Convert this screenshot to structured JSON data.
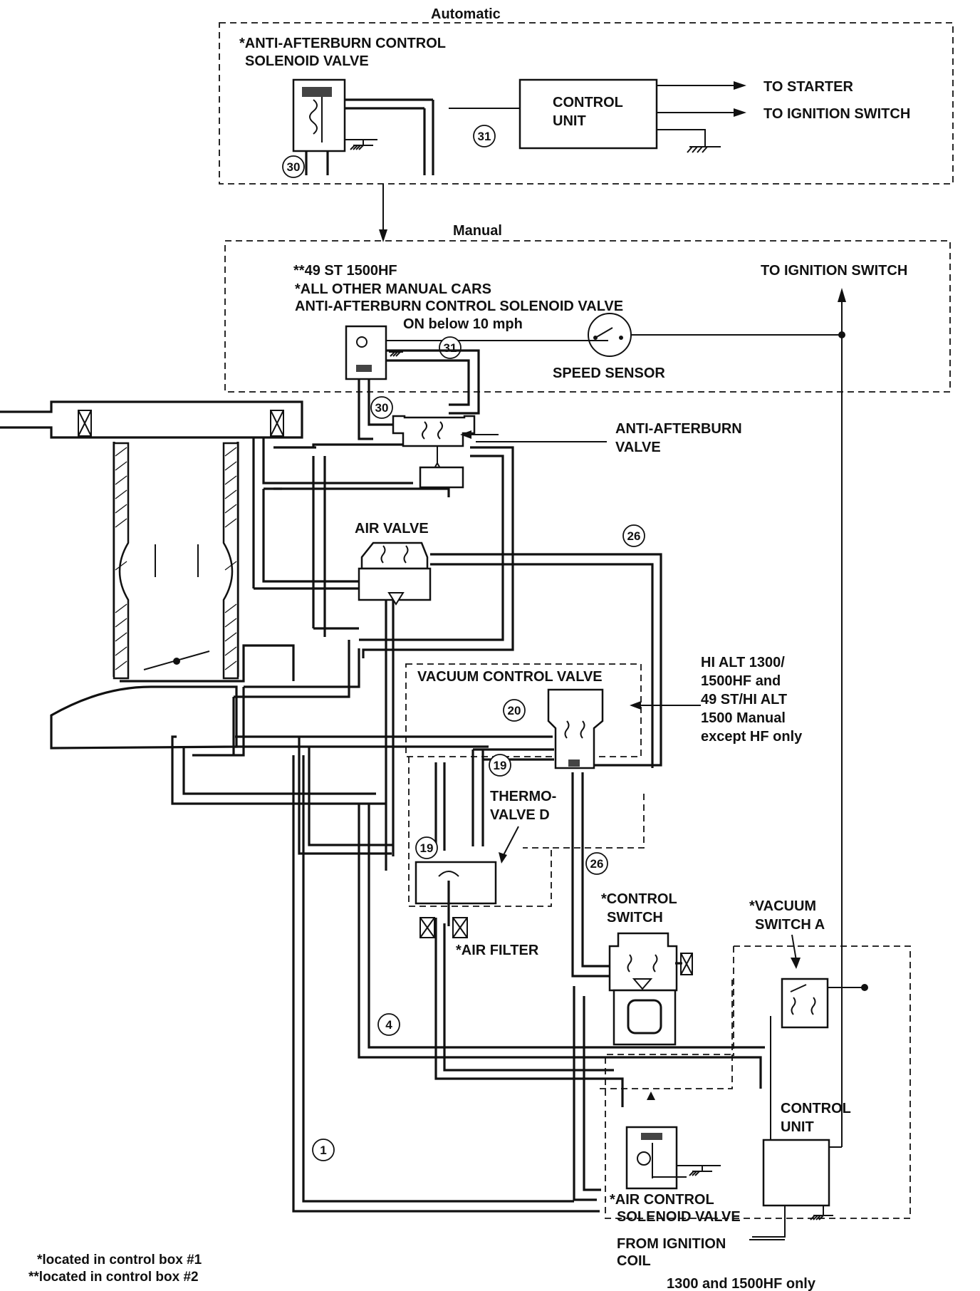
{
  "labels": {
    "automatic": "Automatic",
    "manual": "Manual",
    "auto_solenoid_line1": "*ANTI-AFTERBURN CONTROL",
    "auto_solenoid_line2": "SOLENOID VALVE",
    "control_unit_top_line1": "CONTROL",
    "control_unit_top_line2": "UNIT",
    "to_starter": "TO STARTER",
    "to_ignition_switch_top": "TO IGNITION SWITCH",
    "manual_line1": "**49 ST 1500HF",
    "manual_line2": "*ALL OTHER MANUAL CARS",
    "manual_line3": "ANTI-AFTERBURN CONTROL SOLENOID VALVE",
    "on_below": "ON below 10 mph",
    "to_ignition_switch_manual": "TO IGNITION SWITCH",
    "speed_sensor": "SPEED SENSOR",
    "anti_afterburn_valve_line1": "ANTI-AFTERBURN",
    "anti_afterburn_valve_line2": "VALVE",
    "air_valve": "AIR VALVE",
    "vacuum_control_valve": "VACUUM CONTROL VALVE",
    "hi_alt_line1": "HI ALT 1300/",
    "hi_alt_line2": "1500HF and",
    "hi_alt_line3": "49 ST/HI ALT",
    "hi_alt_line4": "1500 Manual",
    "hi_alt_line5": "except HF only",
    "thermo_valve_line1": "THERMO-",
    "thermo_valve_line2": "VALVE D",
    "control_switch_line1": "*CONTROL",
    "control_switch_line2": "SWITCH",
    "vacuum_switch_line1": "*VACUUM",
    "vacuum_switch_line2": "SWITCH A",
    "air_filter": "*AIR FILTER",
    "control_unit_bottom_line1": "CONTROL",
    "control_unit_bottom_line2": "UNIT",
    "air_control_solenoid_line1": "*AIR CONTROL",
    "air_control_solenoid_line2": "SOLENOID VALVE",
    "from_ignition_line1": "FROM IGNITION",
    "from_ignition_line2": "COIL",
    "footnote1": "*located in control box #1",
    "footnote2": "**located in control box #2",
    "bottom_note": "1300 and 1500HF only"
  },
  "hose_numbers": {
    "n30_top": "30",
    "n31_top": "31",
    "n31_manual": "31",
    "n30_manual": "30",
    "n26_upper": "26",
    "n20": "20",
    "n19_upper": "19",
    "n19_lower": "19",
    "n26_lower": "26",
    "n4": "4",
    "n1": "1"
  }
}
